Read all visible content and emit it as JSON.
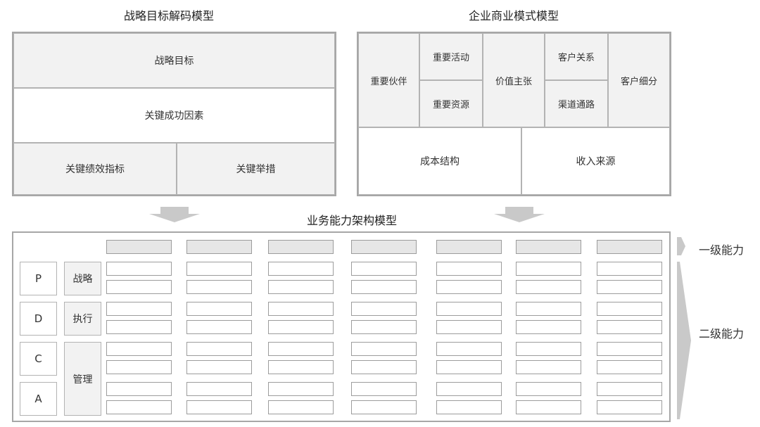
{
  "left_model": {
    "title": "战略目标解码模型",
    "strategic_goal": "战略目标",
    "key_success_factors": "关键成功因素",
    "kpi": "关键绩效指标",
    "key_measures": "关键举措"
  },
  "right_model": {
    "title": "企业商业模式模型",
    "key_partners": "重要伙伴",
    "key_activities": "重要活动",
    "key_resources": "重要资源",
    "value_proposition": "价值主张",
    "customer_relationships": "客户关系",
    "channels": "渠道通路",
    "customer_segments": "客户细分",
    "cost_structure": "成本结构",
    "revenue_streams": "收入来源"
  },
  "architecture": {
    "title": "业务能力架构模型",
    "pdca": [
      "P",
      "D",
      "C",
      "A"
    ],
    "groups": [
      "战略",
      "执行",
      "管理"
    ],
    "level1_label": "一级能力",
    "level2_label": "二级能力"
  },
  "colors": {
    "frame_border": "#a7a7a7",
    "cell_fill": "#f2f2f2",
    "level1_fill": "#e6e6e6",
    "arrow": "#c9c9c9"
  }
}
